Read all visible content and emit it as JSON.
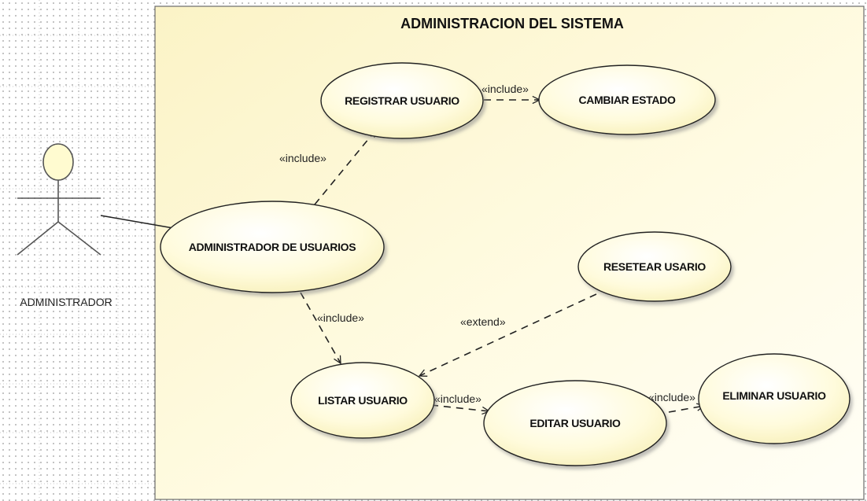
{
  "boundary": {
    "title": "ADMINISTRACION DEL SISTEMA"
  },
  "actor": {
    "name": "ADMINISTRADOR"
  },
  "use_cases": {
    "registrar_usuario": "REGISTRAR USUARIO",
    "cambiar_estado": "CAMBIAR ESTADO",
    "administrador_de_usuarios": "ADMINISTRADOR DE USUARIOS",
    "resetear_usario": "RESETEAR USARIO",
    "listar_usuario": "LISTAR USUARIO",
    "editar_usuario": "EDITAR USUARIO",
    "eliminar_usuario": "ELIMINAR USUARIO"
  },
  "relations": {
    "include_registrar_cambiar": "«include»",
    "include_admin_registrar": "«include»",
    "include_admin_listar": "«include»",
    "extend_resetear_listar": "«extend»",
    "include_listar_editar": "«include»",
    "include_editar_eliminar": "«include»"
  },
  "colors": {
    "use_case_fill": "#fffbd6",
    "use_case_stroke": "#222222",
    "boundary_fill_light": "#fffdf2",
    "boundary_fill_dark": "#fbf5cf",
    "actor_head_fill": "#fffbd0"
  },
  "icons": {
    "actor": "stick-figure-icon"
  }
}
